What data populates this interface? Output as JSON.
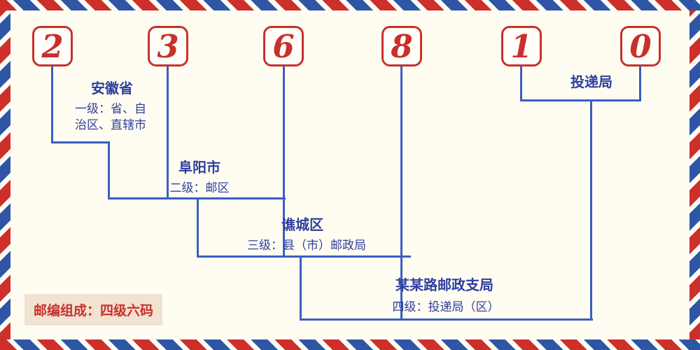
{
  "diagram": {
    "postal_code": "236810",
    "digits": [
      "2",
      "3",
      "6",
      "8",
      "1",
      "0"
    ]
  },
  "levels": [
    {
      "name": "安徽省",
      "desc": "一级：省、自治区、直辖市"
    },
    {
      "name": "阜阳市",
      "desc": "二级：邮区"
    },
    {
      "name": "谯城区",
      "desc": "三级：县（市）邮政局"
    },
    {
      "name": "某某路邮政支局",
      "desc": "四级：投递局（区）"
    },
    {
      "name": "投递局",
      "desc": ""
    }
  ],
  "footer": {
    "composition": "邮编组成：四级六码"
  },
  "colors": {
    "digit_red": "#c9302c",
    "label_blue": "#2e3f9e",
    "line_blue": "#3a5fc0",
    "background": "#fffdf2",
    "badge_bg": "#f2e2d2",
    "stripe_red": "#cd2f2a",
    "stripe_blue": "#2f55a5"
  }
}
